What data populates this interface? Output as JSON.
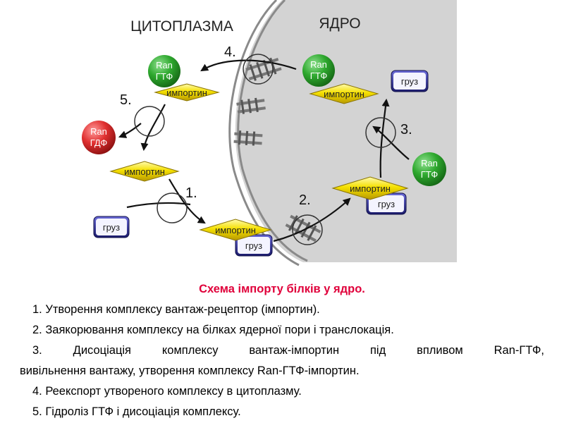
{
  "regions": {
    "cytoplasm": "ЦИТОПЛАЗМА",
    "nucleus": "ЯДРО"
  },
  "labels": {
    "importin": "импортин",
    "cargo": "груз",
    "ran_gtp_line1": "Ran",
    "ran_gtp_line2": "ГТФ",
    "ran_gdp_line1": "Ran",
    "ran_gdp_line2": "ГДФ"
  },
  "step_numbers": [
    "1.",
    "2.",
    "3.",
    "4.",
    "5."
  ],
  "colors": {
    "nucleus": "#d4d4d4",
    "envelope": "#808080",
    "ran_gtp": "#2ea82e",
    "ran_gdp": "#e03030",
    "importin": "#f5e000",
    "cargo": "#25257a",
    "caption_title": "#e0003a"
  },
  "caption": {
    "title": "Схема імпорту білків у ядро.",
    "step1": "1. Утворення комплексу вантаж-рецептор (імпортин).",
    "step2": "2. Заякорювання комплексу на білках ядерної пори і транслокація.",
    "step3_a": "3. Дисоціація комплексу вантаж-імпортин під впливом Ran-ГТФ,",
    "step3_b": "вивільнення вантажу, утворення комплексу Ran-ГТФ-імпортин.",
    "step4": "4. Реекспорт утвореного комплексу в цитоплазму.",
    "step5": "5. Гідроліз ГТФ і дисоціація комплексу."
  }
}
